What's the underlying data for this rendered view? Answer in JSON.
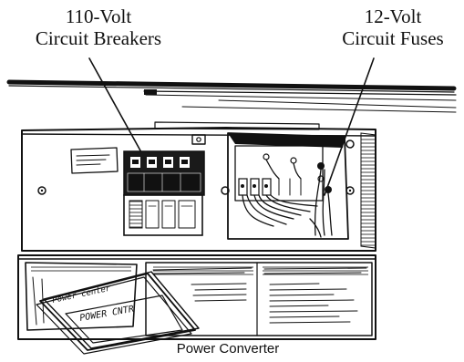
{
  "labels": {
    "breakers": {
      "line1": "110-Volt",
      "line2": "Circuit Breakers"
    },
    "fuses": {
      "line1": "12-Volt",
      "line2": "Circuit Fuses"
    },
    "caption": "Power Converter"
  },
  "manual": {
    "line1": "Power center",
    "line2": "POWER CNTR"
  }
}
